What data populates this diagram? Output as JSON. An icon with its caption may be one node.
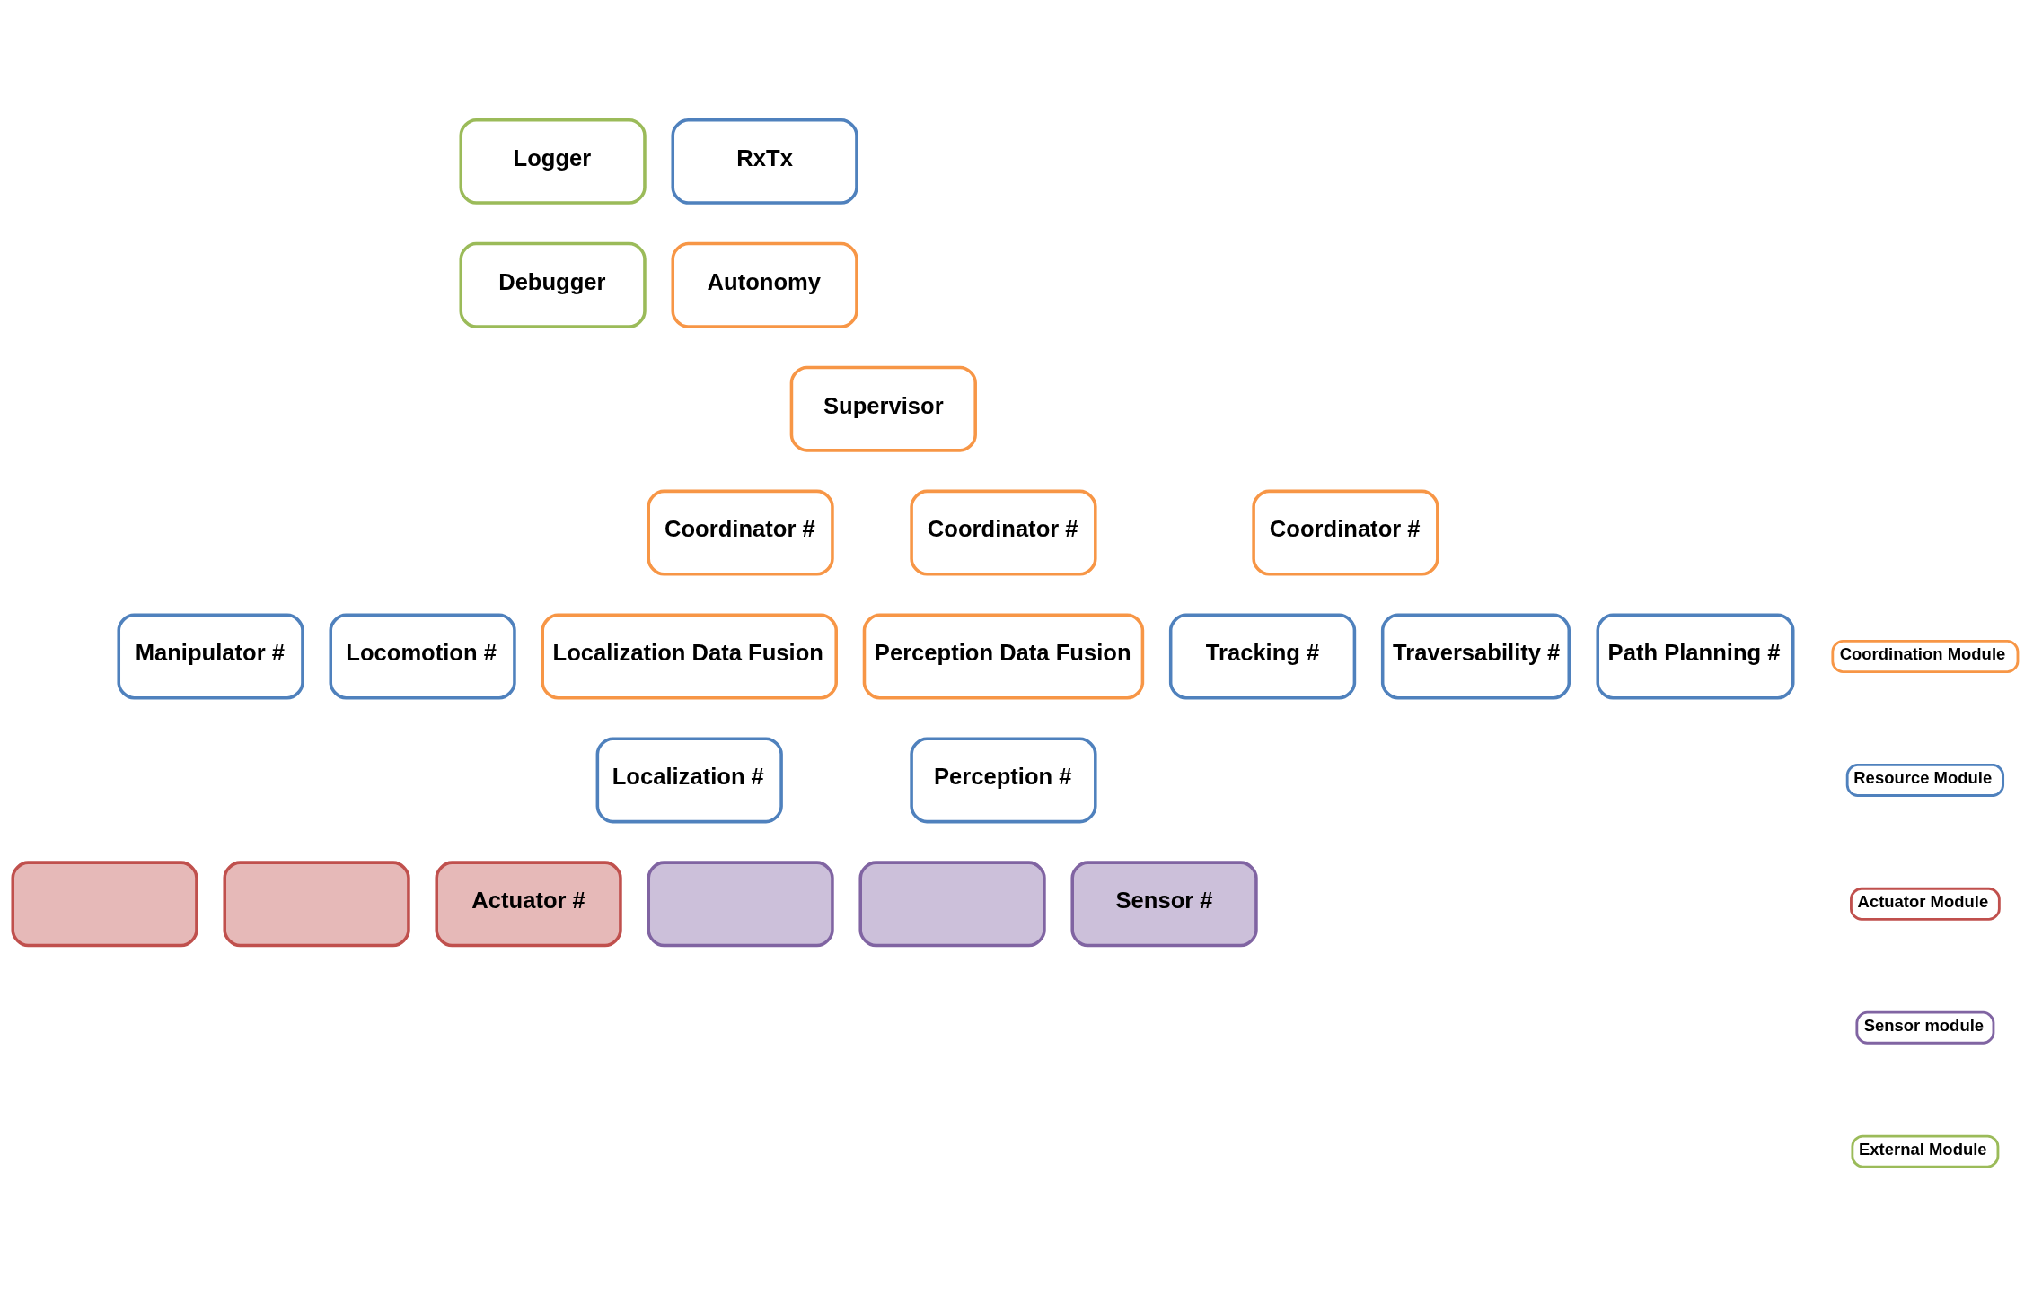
{
  "diagram": {
    "nodes": [
      {
        "text": [
          "Logger"
        ]
      },
      {
        "text": [
          "RxTx"
        ]
      },
      {
        "text": [
          "Debugger"
        ]
      },
      {
        "text": [
          "Autonomy"
        ]
      },
      {
        "text": [
          "Supervisor"
        ]
      },
      {
        "text": [
          "Coordinator #"
        ]
      },
      {
        "text": [
          "Coordinator #"
        ]
      },
      {
        "text": [
          "Coordinator #"
        ]
      },
      {
        "text": [
          "Manipulator #"
        ]
      },
      {
        "text": [
          "Locomotion #"
        ]
      },
      {
        "text": [
          "Localization Data Fusion"
        ]
      },
      {
        "text": [
          "Perception Data Fusion"
        ]
      },
      {
        "text": [
          "Tracking #"
        ]
      },
      {
        "text": [
          "Traversability #"
        ]
      },
      {
        "text": [
          "Path Planning #"
        ]
      },
      {
        "text": [
          "Localization #"
        ]
      },
      {
        "text": [
          "Perception #"
        ]
      },
      {
        "text": [],
        "shape": "box"
      },
      {
        "text": [],
        "shape": "box"
      },
      {
        "text": [
          "Actuator #"
        ]
      },
      {
        "text": [],
        "shape": "box"
      },
      {
        "text": [],
        "shape": "box"
      },
      {
        "text": [
          "Sensor #"
        ]
      }
    ],
    "edges": [],
    "legend": [
      {
        "text": "Coordination Module",
        "color": "#f79646"
      },
      {
        "text": "Resource Module",
        "color": "#4f81bd"
      },
      {
        "text": "Actuator Module",
        "color": "#c0504d"
      },
      {
        "text": "Sensor module",
        "color": "#8064a2"
      },
      {
        "text": "External Module",
        "color": "#9bbb59"
      }
    ]
  }
}
